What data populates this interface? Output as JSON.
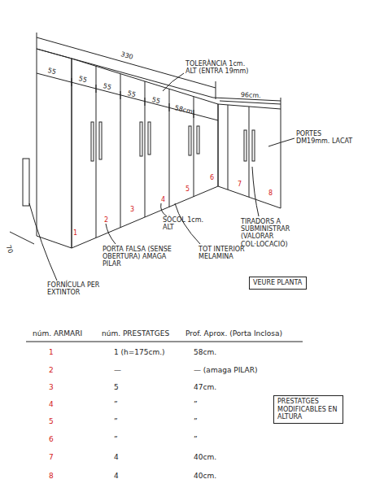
{
  "diagram": {
    "nodes": [
      {
        "text": [
          "VEURE PLANTA"
        ]
      },
      {
        "text": [
          "PRESTATGES MODIFICABLES EN ALTURA"
        ]
      }
    ],
    "labels": [
      "330",
      "55",
      "55",
      "55",
      "55",
      "55",
      "58cm.",
      "96cm.",
      "TOLERÀNCIA 1cm. ALT (ENTRA 19mm)",
      "PORTES DM19mm. LACAT",
      "1",
      "2",
      "3",
      "4",
      "5",
      "6",
      "7",
      "8",
      "SÒCOL 1cm. ALT",
      "TIRADORS A SUBMINISTRAR (VALORAR COL·LOCACIÓ)",
      "TOT INTERIOR MELAMINA",
      "PORTA FALSA (SENSE OBERTURA) AMAGA PILAR",
      "FORNÍCULA PER EXTINTOR",
      "70",
      "núm. ARMARI",
      "núm. PRESTATGES",
      "Prof. Aprox. (Porta Inclosa)",
      "1",
      "1 (h=175cm.)",
      "58cm.",
      "2",
      "—",
      "— (amaga PILAR)",
      "3",
      "5",
      "47cm.",
      "4",
      "”",
      "”",
      "5",
      "”",
      "”",
      "6",
      "”",
      "”",
      "7",
      "4",
      "40cm.",
      "8",
      "4",
      "40cm."
    ]
  }
}
